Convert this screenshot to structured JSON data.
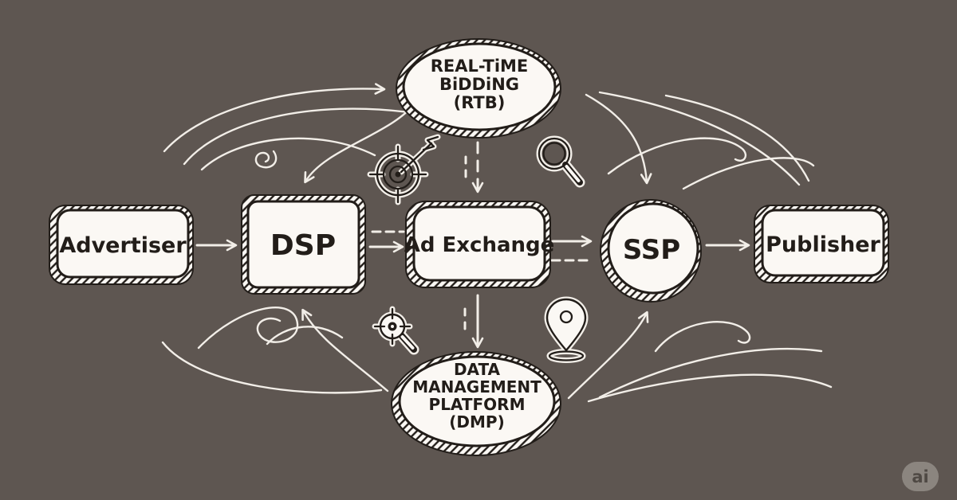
{
  "colors": {
    "bg": "#5e5651",
    "ink": "#221d19",
    "paper": "#fbf8f4",
    "line": "#f2eee8",
    "wmbg": "#8b857f",
    "wmtext": "#4f4944"
  },
  "nodes": {
    "advertiser": {
      "label": "Advertiser"
    },
    "dsp": {
      "label": "DSP"
    },
    "ad_exchange": {
      "label": "Ad Exchange"
    },
    "ssp": {
      "label": "SSP"
    },
    "publisher": {
      "label": "Publisher"
    },
    "rtb": {
      "lines": [
        "REAL-TiME",
        "BiDDiNG",
        "(RTB)"
      ]
    },
    "dmp": {
      "lines": [
        "DATA",
        "MANAGEMENT",
        "PLATFORM",
        "(DMP)"
      ]
    }
  },
  "connections": [
    {
      "from": "Advertiser",
      "to": "DSP",
      "style": "solid arrow"
    },
    {
      "from": "DSP",
      "to": "Ad Exchange",
      "style": "solid arrow with dashed line above"
    },
    {
      "from": "Ad Exchange",
      "to": "SSP",
      "style": "solid arrow with dashed line below"
    },
    {
      "from": "SSP",
      "to": "Publisher",
      "style": "solid arrow"
    },
    {
      "from": "Real-Time Bidding (RTB)",
      "to": "Ad Exchange",
      "style": "dashed arrow down"
    },
    {
      "from": "Ad Exchange",
      "to": "Data Management Platform (DMP)",
      "style": "arrow down"
    },
    {
      "from": "curved doodle arrows",
      "to": "DSP and SSP",
      "style": "hand-drawn swooshes"
    }
  ],
  "icons": [
    {
      "name": "target-dart-icon"
    },
    {
      "name": "magnifier-icon"
    },
    {
      "name": "target-search-icon"
    },
    {
      "name": "location-pin-icon"
    }
  ],
  "watermark": {
    "label": "ai"
  }
}
